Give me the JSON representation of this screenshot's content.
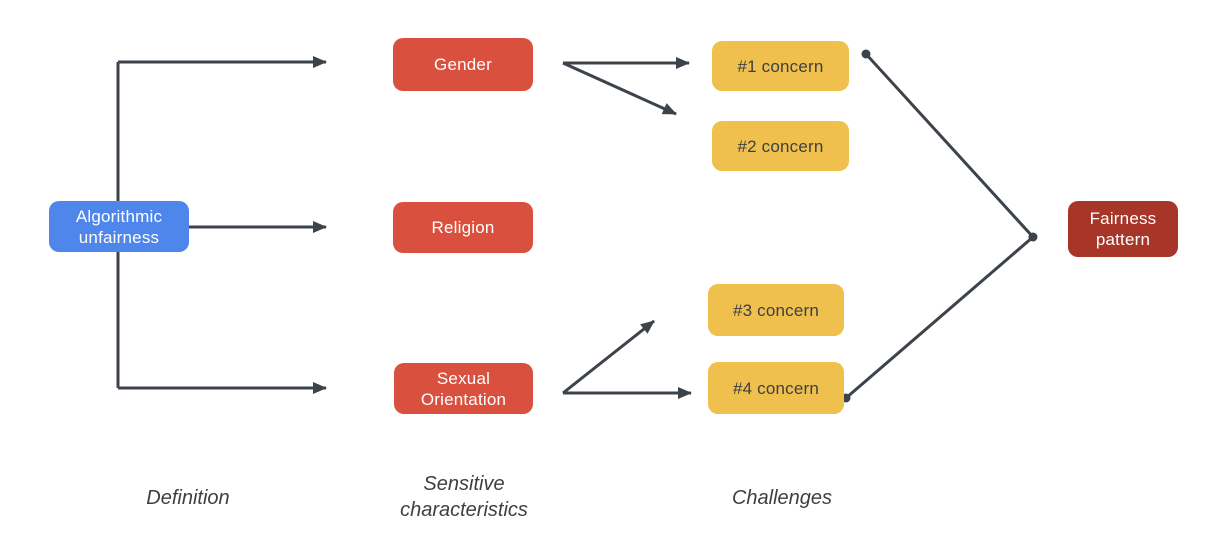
{
  "diagram": {
    "background_color": "#FFFFFF",
    "line_color": "#3C434B",
    "nodes": {
      "algorithmic_unfairness": {
        "label": "Algorithmic\nunfairness",
        "color": "#4E86EC",
        "text_color": "#FFFFFF"
      },
      "gender": {
        "label": "Gender",
        "color": "#D9503E",
        "text_color": "#FFFFFF"
      },
      "religion": {
        "label": "Religion",
        "color": "#D9503E",
        "text_color": "#FFFFFF"
      },
      "sexual_orientation": {
        "label": "Sexual\nOrientation",
        "color": "#D9503E",
        "text_color": "#FFFFFF"
      },
      "concern_1": {
        "label": "#1 concern",
        "color": "#F0C04F",
        "text_color": "#3C4043"
      },
      "concern_2": {
        "label": "#2 concern",
        "color": "#F0C04F",
        "text_color": "#3C4043"
      },
      "concern_3": {
        "label": "#3 concern",
        "color": "#F0C04F",
        "text_color": "#3C4043"
      },
      "concern_4": {
        "label": "#4 concern",
        "color": "#F0C04F",
        "text_color": "#3C4043"
      },
      "fairness_pattern": {
        "label": "Fairness\npattern",
        "color": "#A73528",
        "text_color": "#FFFFFF"
      }
    },
    "column_labels": {
      "definition": "Definition",
      "sensitive_characteristics": "Sensitive\ncharacteristics",
      "challenges": "Challenges"
    },
    "edges": [
      {
        "from": "algorithmic_unfairness",
        "to": "gender",
        "style": "arrow"
      },
      {
        "from": "algorithmic_unfairness",
        "to": "religion",
        "style": "arrow"
      },
      {
        "from": "algorithmic_unfairness",
        "to": "sexual_orientation",
        "style": "arrow"
      },
      {
        "from": "gender",
        "to": "concern_1",
        "style": "arrow"
      },
      {
        "from": "gender",
        "to": "concern_2",
        "style": "arrow"
      },
      {
        "from": "sexual_orientation",
        "to": "concern_3",
        "style": "arrow"
      },
      {
        "from": "sexual_orientation",
        "to": "concern_4",
        "style": "arrow"
      },
      {
        "from": "concern_1",
        "to": "fairness_pattern",
        "style": "line-with-endpoint-dots"
      },
      {
        "from": "concern_4",
        "to": "fairness_pattern",
        "style": "line-with-endpoint-dots"
      }
    ]
  }
}
